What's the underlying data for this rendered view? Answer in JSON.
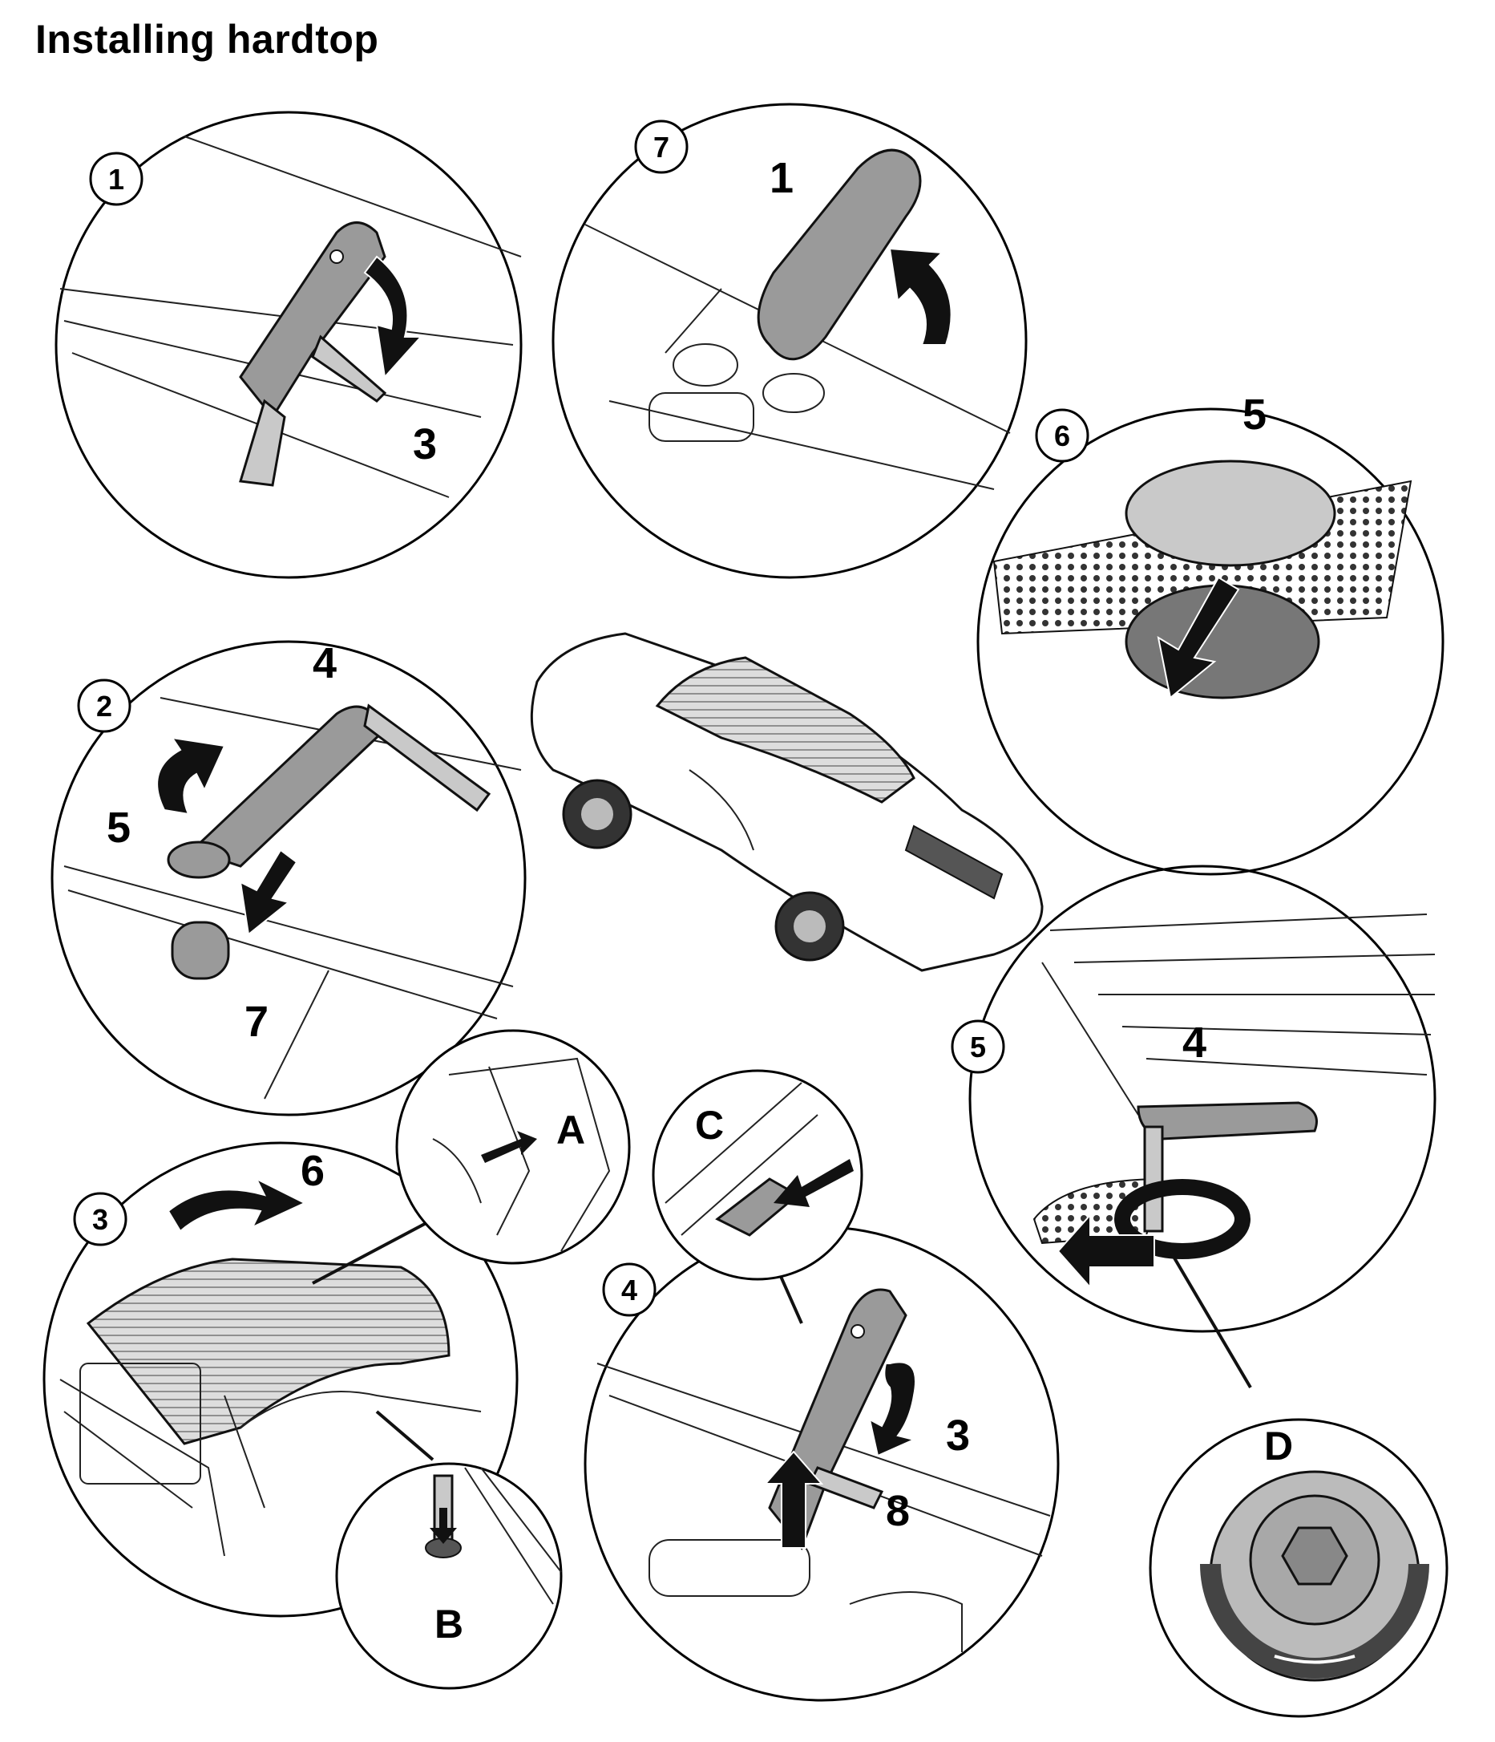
{
  "title": "Installing hardtop",
  "steps": [
    {
      "number": "1",
      "labels": [
        "3"
      ]
    },
    {
      "number": "2",
      "labels": [
        "4",
        "5",
        "7"
      ]
    },
    {
      "number": "3",
      "labels": [
        "6"
      ],
      "details": [
        "A",
        "B"
      ]
    },
    {
      "number": "4",
      "labels": [
        "3",
        "8"
      ],
      "details": [
        "C"
      ]
    },
    {
      "number": "5",
      "labels": [
        "4"
      ],
      "details": [
        "D"
      ]
    },
    {
      "number": "6",
      "labels": [
        "5"
      ]
    },
    {
      "number": "7",
      "labels": [
        "1"
      ]
    }
  ],
  "colors": {
    "line": "#000000",
    "part_fill": "#9a9a9a",
    "background": "#ffffff"
  }
}
